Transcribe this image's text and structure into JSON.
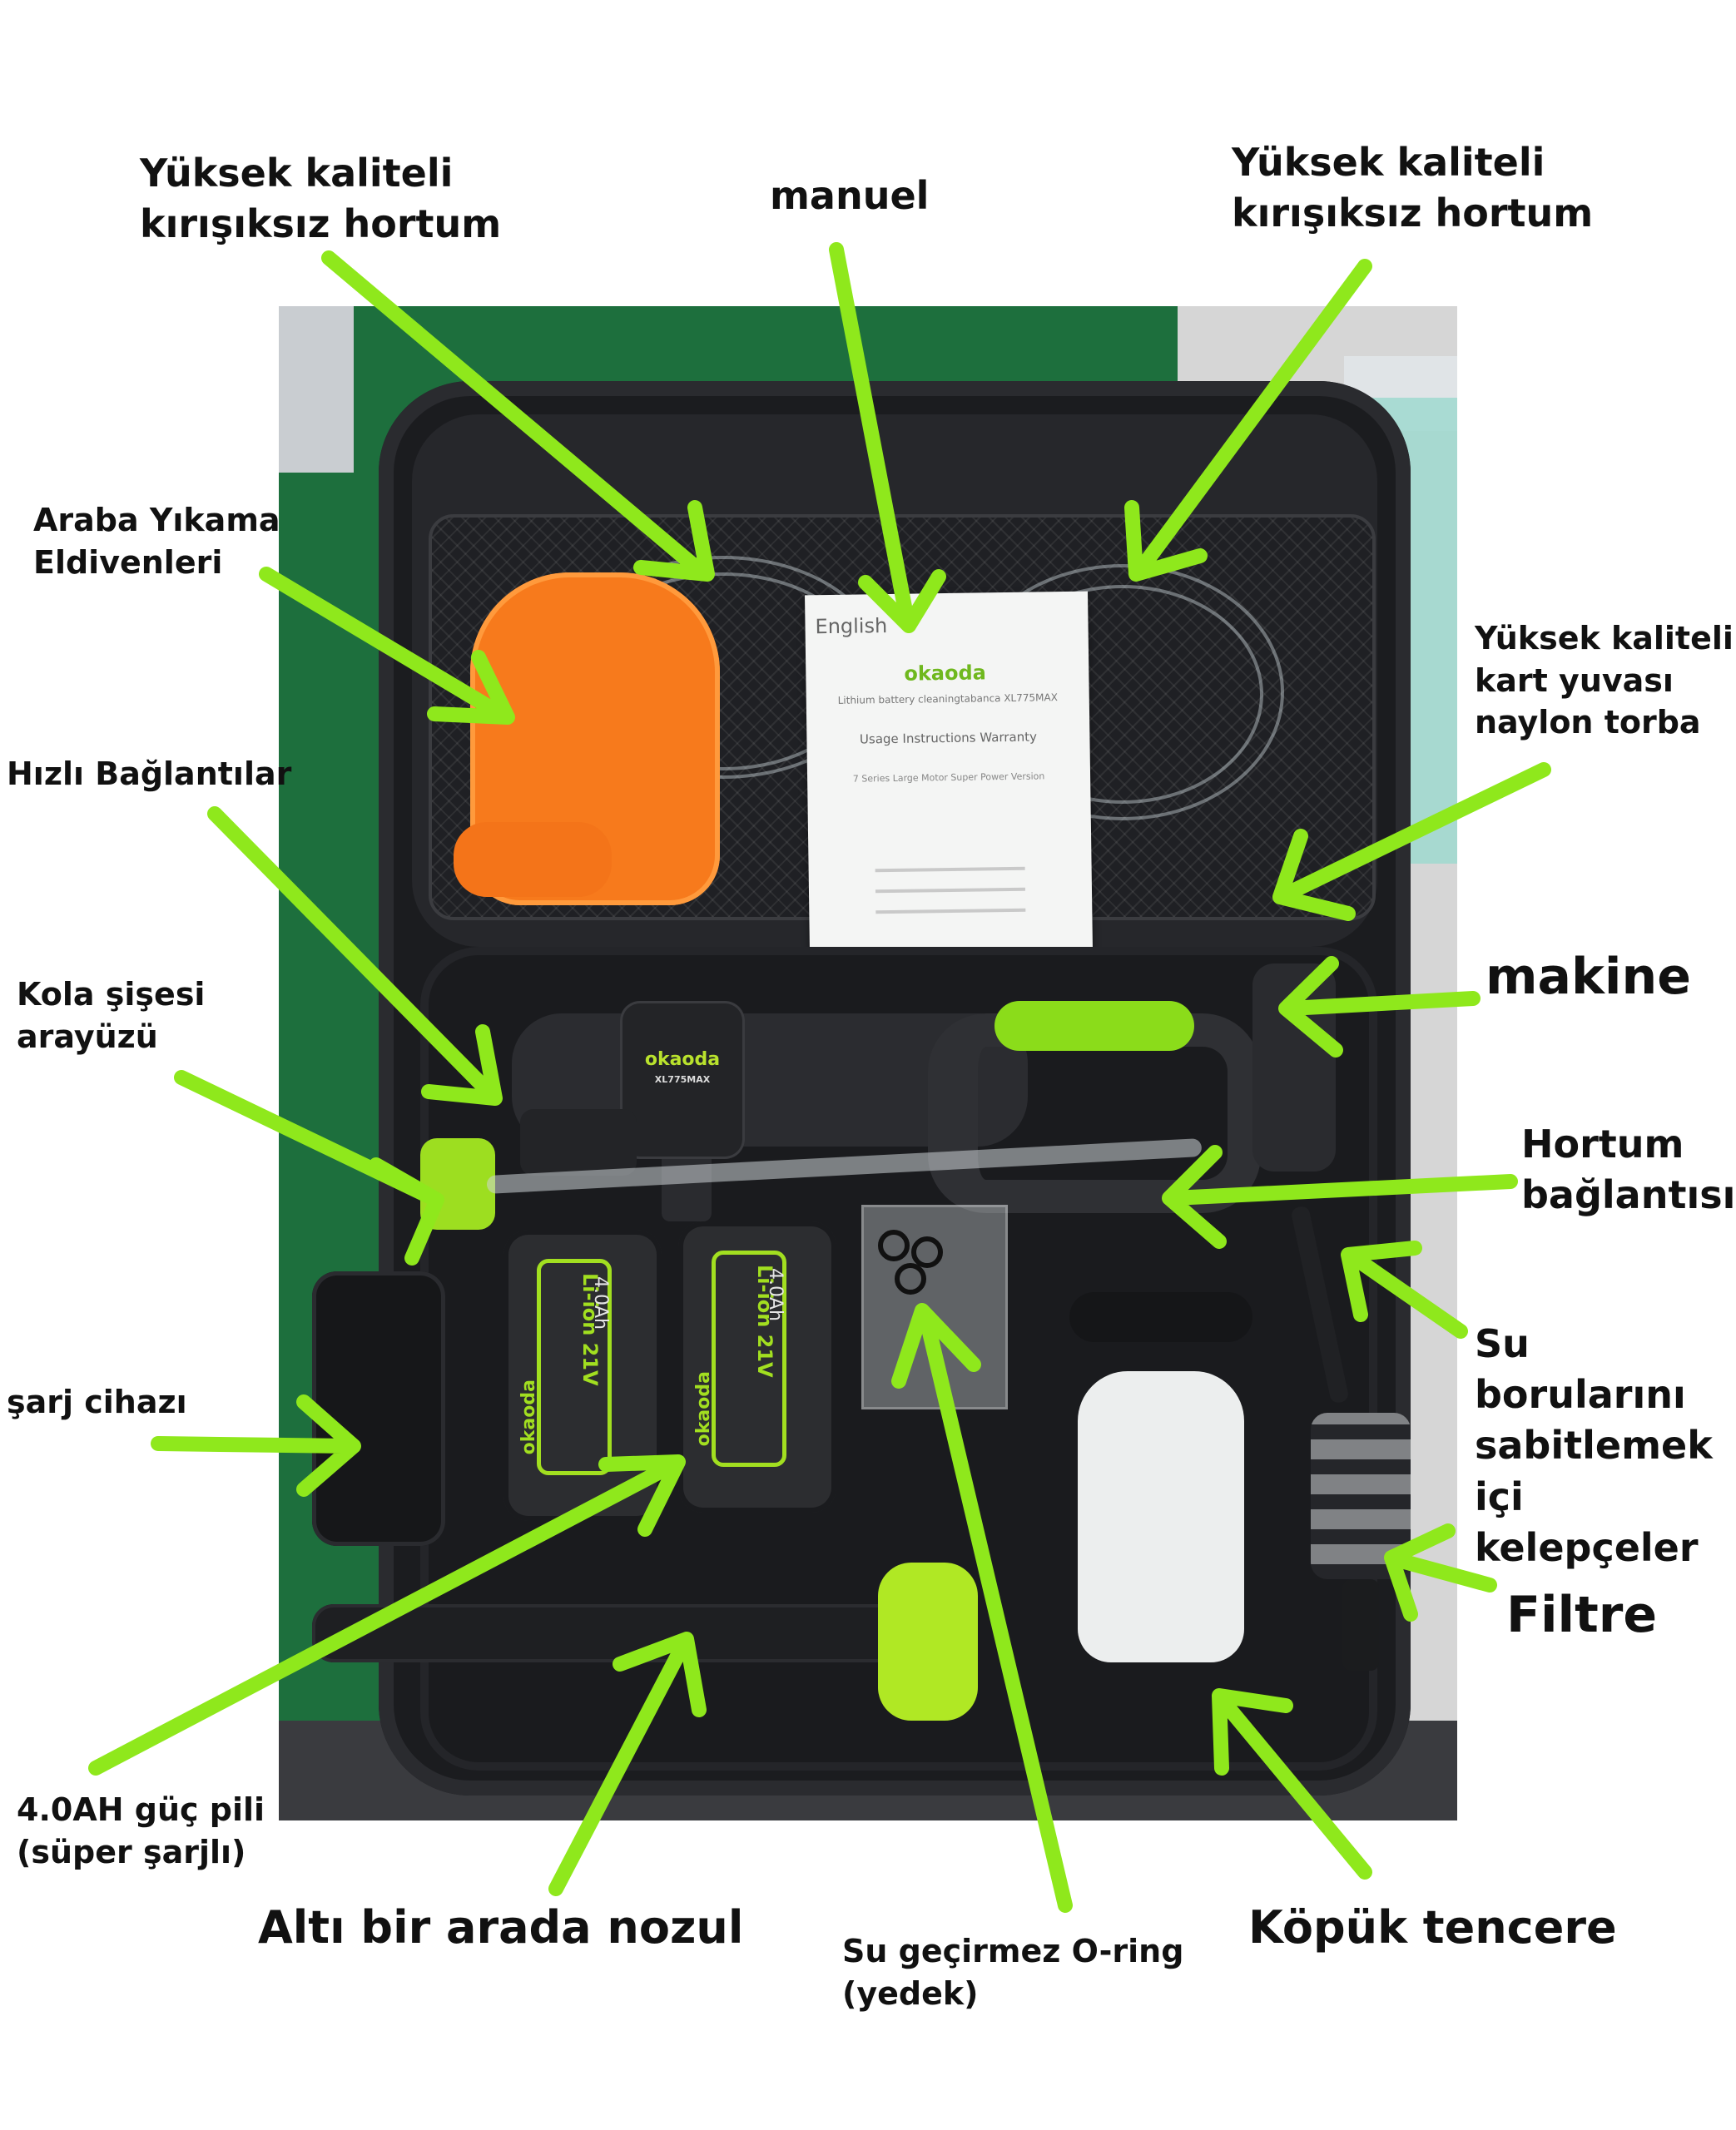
{
  "labels": {
    "hose_left": "Yüksek kaliteli\nkırışıksız hortum",
    "manual": "manuel",
    "hose_right": "Yüksek kaliteli\nkırışıksız hortum",
    "gloves": "Araba Yıkama\nEldivenleri",
    "card_slot": "Yüksek kaliteli\nkart yuvası\nnaylon torba",
    "quick_connect": "Hızlı Bağlantılar",
    "machine": "makine",
    "cola_interface": "Kola şişesi\narayüzü",
    "hose_connection": "Hortum\n bağlantısı",
    "clamps": "Su borularını\nsabitlemek içi\nkelepçeler",
    "charger": "şarj cihazı",
    "filter": "Filtre",
    "battery": "4.0AH güç pili\n(süper şarjlı)",
    "nozzle": "Altı bir arada nozul",
    "oring": "Su geçirmez O-ring\n(yedek)",
    "foam_pot": "Köpük tencere"
  },
  "photo_text": {
    "manual_language": "English",
    "manual_brand": "okaoda",
    "manual_subtitle": "Lithium battery cleaningtabanca XL775MAX",
    "manual_title": "Usage Instructions Warranty",
    "manual_tagline": "7 Series Large Motor Super Power Version",
    "machine_brand": "okaoda",
    "machine_model": "XL775MAX",
    "battery_type": "Li-ion 21V",
    "battery_capacity": "4.0Ah",
    "battery_brand": "okaoda"
  },
  "colors": {
    "arrow": "#8fe81c",
    "accent_green": "#a2df20",
    "glove_orange": "#f77a1c",
    "case_black": "#1b1c1f"
  }
}
